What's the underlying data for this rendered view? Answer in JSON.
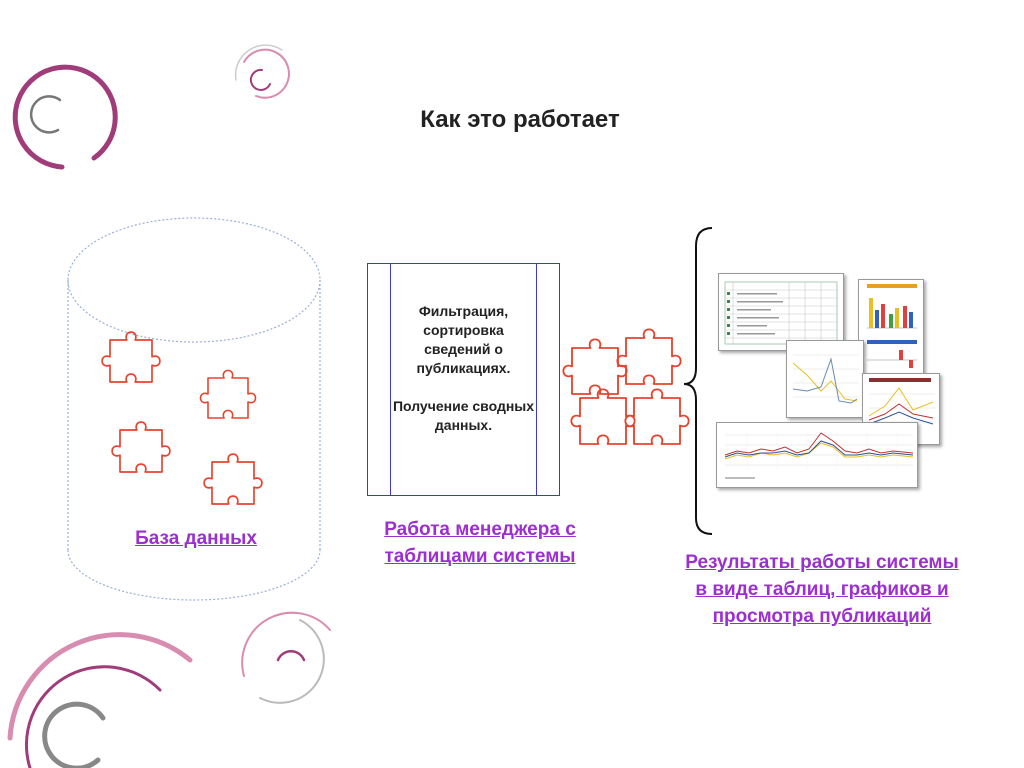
{
  "title": "Как это работает",
  "database": {
    "label": "База данных"
  },
  "process": {
    "line1": "Фильтрация, сортировка сведений о публикациях.",
    "line2": "Получение сводных данных."
  },
  "manager": {
    "label": "Работа менеджера с таблицами системы"
  },
  "results": {
    "label": "Результаты работы системы в виде таблиц, графиков и просмотра публикаций"
  },
  "colors": {
    "accent": "#9b2fd0",
    "puzzle": "#e8432e",
    "box_border": "#3a3ad0",
    "deco_magenta": "#a03c7a",
    "deco_pink": "#d88cb0"
  }
}
